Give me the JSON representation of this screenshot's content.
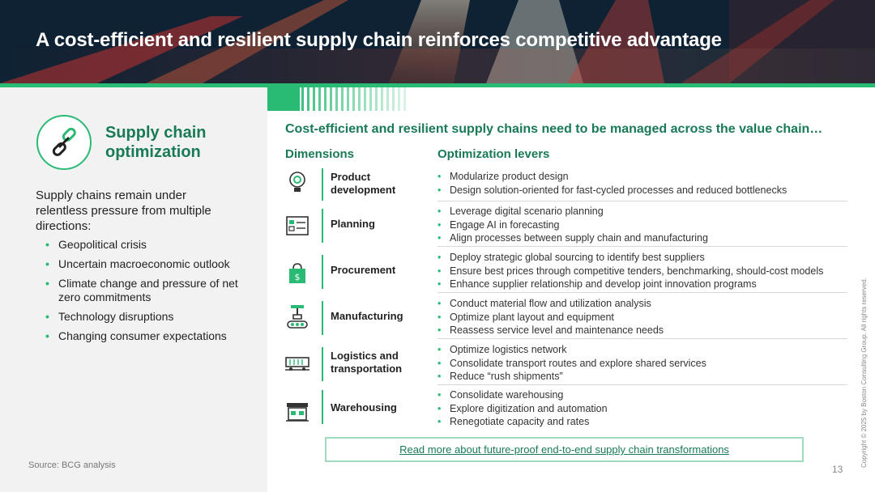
{
  "header": {
    "title": "A cost-efficient and resilient supply chain reinforces competitive advantage"
  },
  "left": {
    "section_title": "Supply chain optimization",
    "intro": "Supply chains remain under relentless pressure from multiple directions:",
    "bullets": [
      "Geopolitical crisis",
      "Uncertain macroeconomic outlook",
      "Climate change and pressure of net zero commitments",
      "Technology disruptions",
      "Changing consumer expectations"
    ],
    "source": "Source: BCG analysis"
  },
  "right": {
    "heading": "Cost-efficient and resilient supply chains need to be managed across the value chain…",
    "col_dimensions": "Dimensions",
    "col_levers": "Optimization levers",
    "rows": [
      {
        "icon": "lightbulb-gear-icon",
        "dimension": "Product development",
        "levers": [
          "Modularize product design",
          "Design solution-oriented for fast-cycled processes and reduced bottlenecks"
        ]
      },
      {
        "icon": "planning-board-icon",
        "dimension": "Planning",
        "levers": [
          "Leverage digital scenario planning",
          "Engage AI in forecasting",
          "Align processes between supply chain and manufacturing"
        ]
      },
      {
        "icon": "shopping-bag-dollar-icon",
        "dimension": "Procurement",
        "levers": [
          "Deploy strategic global sourcing to identify best suppliers",
          "Ensure best prices through competitive tenders, benchmarking, should-cost models",
          "Enhance supplier relationship and develop joint innovation programs"
        ]
      },
      {
        "icon": "robot-arm-conveyor-icon",
        "dimension": "Manufacturing",
        "levers": [
          "Conduct material flow and utilization analysis",
          "Optimize plant layout and equipment",
          "Reassess service level and maintenance needs"
        ]
      },
      {
        "icon": "freight-wagon-icon",
        "dimension": "Logistics and transportation",
        "levers": [
          "Optimize logistics network",
          "Consolidate transport routes and explore shared services",
          "Reduce “rush shipments”"
        ]
      },
      {
        "icon": "warehouse-icon",
        "dimension": "Warehousing",
        "levers": [
          "Consolidate warehousing",
          "Explore digitization and automation",
          "Renegotiate capacity and rates"
        ]
      }
    ],
    "read_more": "Read more about future-proof end-to-end supply chain transformations"
  },
  "footer": {
    "page_number": "13",
    "copyright": "Copyright © 2025 by Boston Consulting Group. All rights reserved."
  },
  "colors": {
    "accent": "#29ba74",
    "dark_green": "#197a56"
  }
}
